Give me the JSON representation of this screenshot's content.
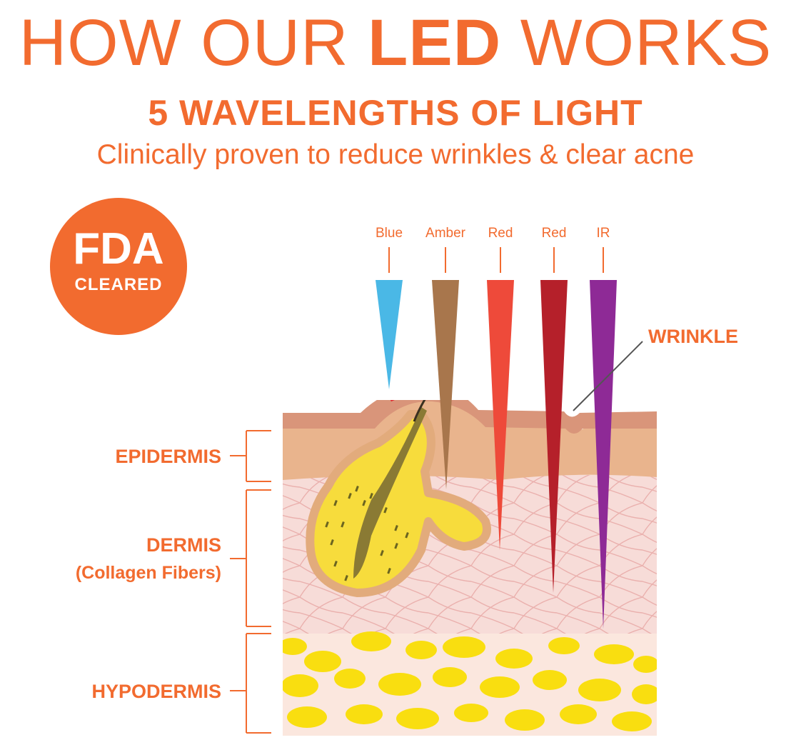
{
  "header": {
    "title_prefix": "HOW OUR ",
    "title_bold": "LED",
    "title_suffix": " WORKS",
    "subtitle": "5 WAVELENGTHS OF LIGHT",
    "tagline": "Clinically proven to reduce wrinkles & clear acne"
  },
  "badge": {
    "line1": "FDA",
    "line2": "CLEARED"
  },
  "wavelengths": [
    {
      "label": "Blue",
      "color": "#4ab8e6"
    },
    {
      "label": "Amber",
      "color": "#a8764c"
    },
    {
      "label": "Red",
      "color": "#ee4a3a"
    },
    {
      "label": "Red",
      "color": "#b5202a"
    },
    {
      "label": "IR",
      "color": "#8e2a96"
    }
  ],
  "annotations": {
    "wrinkle": "WRINKLE"
  },
  "layers": {
    "epidermis": "EPIDERMIS",
    "dermis": "DERMIS",
    "dermis_sub": "(Collagen Fibers)",
    "hypodermis": "HYPODERMIS"
  },
  "colors": {
    "accent": "#f26b2f",
    "skin_surface": "#d9957a",
    "epidermis": "#e9b48d",
    "dermis": "#f7dcd8",
    "hypodermis_bg": "#fbe7de",
    "fat": "#f9de10",
    "gland": "#f7dc3c"
  }
}
